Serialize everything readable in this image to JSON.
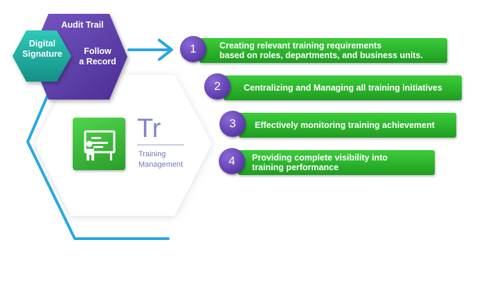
{
  "hexagons": {
    "audit_trail": "Audit Trail",
    "follow_line1": "Follow",
    "follow_line2": "a Record",
    "digital_line1": "Digital",
    "digital_line2": "Signature"
  },
  "module": {
    "symbol": "Tr",
    "name_line1": "Training",
    "name_line2": "Management",
    "icon": "presenter-board-icon"
  },
  "steps": [
    {
      "number": "1",
      "line1": "Creating relevant training requirements",
      "line2": "based on roles, departments, and business units."
    },
    {
      "number": "2",
      "line1": "Centralizing and Managing all training initiatives",
      "line2": ""
    },
    {
      "number": "3",
      "line1": "Effectively monitoring training achievement",
      "line2": ""
    },
    {
      "number": "4",
      "line1": "Providing complete visibility into",
      "line2": "training performance"
    }
  ],
  "colors": {
    "purple": "#5b3ea3",
    "teal": "#1fb7a8",
    "green": "#2fb52f",
    "connector_blue": "#27a7e3",
    "badge": "#5a3aa8"
  }
}
